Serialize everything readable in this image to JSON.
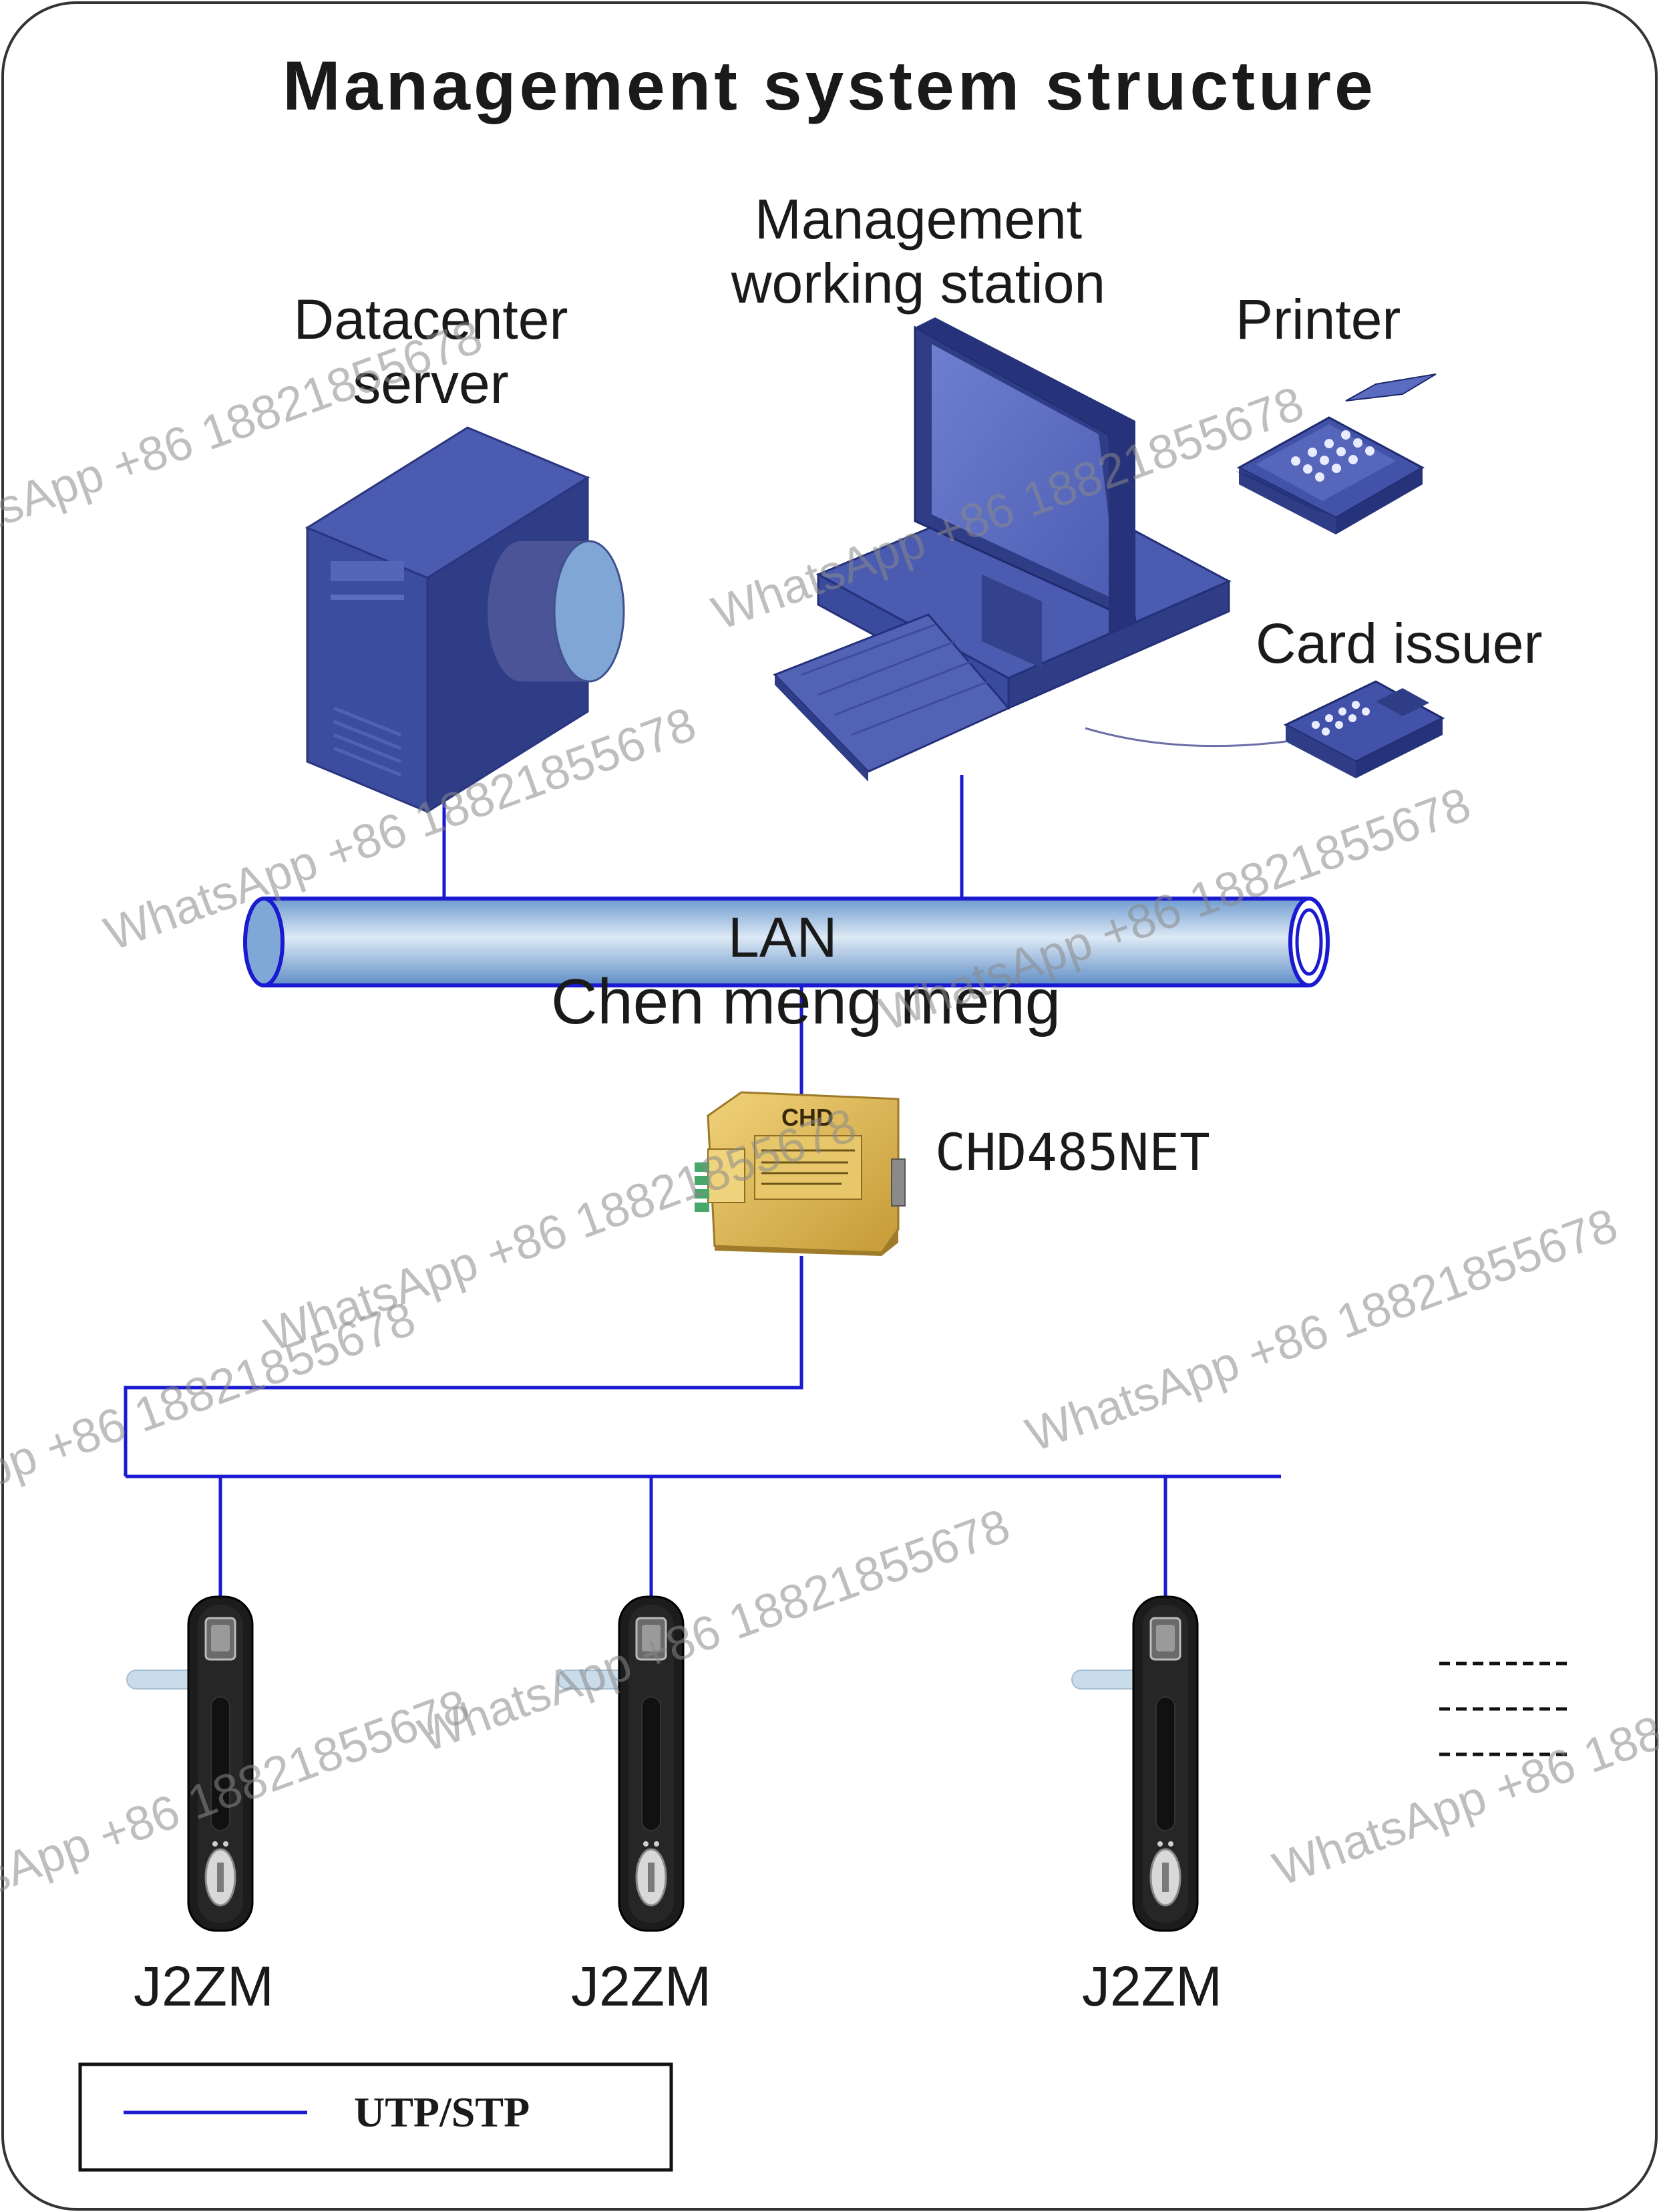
{
  "title": "Management system structure",
  "nodes": {
    "datacenter_server": "Datacenter\nserver",
    "workstation": "Management\nworking station",
    "printer": "Printer",
    "card_issuer": "Card issuer",
    "lan": "LAN",
    "lan_caption": "Chen meng meng",
    "converter": "CHD485NET",
    "converter_brand": "CHD",
    "locks": [
      "J2ZM",
      "J2ZM",
      "J2ZM"
    ]
  },
  "legend": {
    "label": "UTP/STP"
  },
  "watermark": "WhatsApp +86 18821855678",
  "colors": {
    "line": "#1a1ad0",
    "device_blue": "#3b4a9e",
    "lan_fill": "#8fb6dc",
    "converter_gold": "#d9b04a",
    "lock_black": "#1c1c1c"
  }
}
